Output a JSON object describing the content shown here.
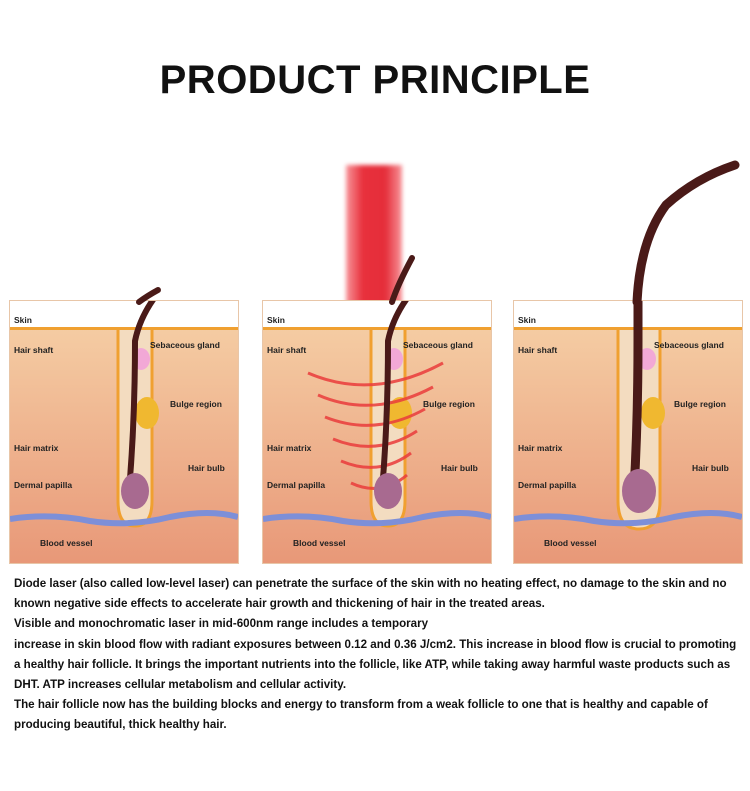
{
  "title": "PRODUCT PRINCIPLE",
  "labels": {
    "skin": "Skin",
    "hair_shaft": "Hair shaft",
    "sebaceous_gland": "Sebaceous gland",
    "bulge_region": "Bulge region",
    "hair_matrix": "Hair matrix",
    "hair_bulb": "Hair bulb",
    "dermal_papilla": "Dermal papilla",
    "blood_vessel": "Blood vessel"
  },
  "paragraphs": [
    "Diode laser (also called low-level laser) can penetrate the surface of the skin with  no heating effect, no damage to the skin and no known negative side effects to  accelerate hair growth and thickening of hair in the treated areas.",
    "Visible and monochromatic laser in mid-600nm range includes a temporary",
    "increase in skin blood flow with radiant exposures between 0.12 and 0.36 J/cm2.  This increase in blood flow is crucial to promoting a healthy hair follicle. It brings  the important nutrients into the follicle, like ATP, while taking away harmful waste  products such as DHT. ATP increases cellular metabolism and cellular activity.",
    "The hair follicle now has the building blocks and energy to transform from a  weak follicle to one that is healthy and capable of producing beautiful, thick  healthy hair."
  ],
  "colors": {
    "laser": "#e52e3a",
    "skin_top": "#f3c79a",
    "skin_bottom": "#e8a080",
    "hair": "#4a1a18",
    "gland": "#f2a8d6",
    "bulge": "#f0b830",
    "vessel": "#7d8fd8"
  }
}
